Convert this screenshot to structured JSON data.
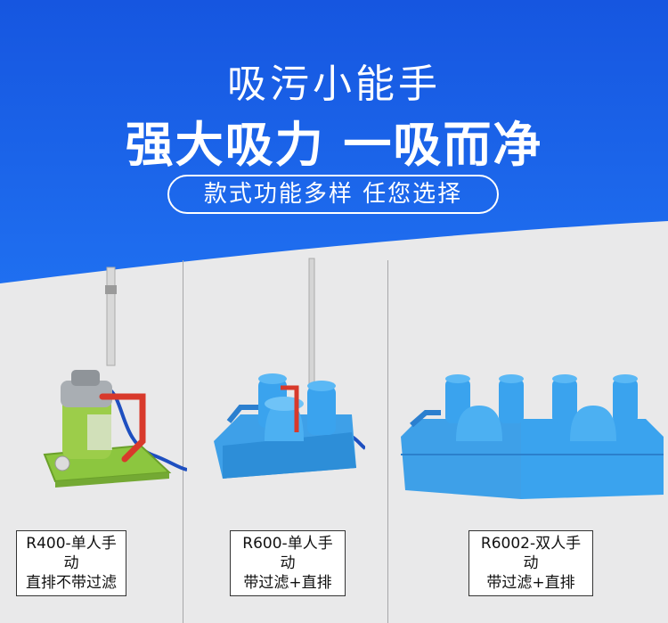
{
  "header": {
    "subtitle": "吸污小能手",
    "title": "强大吸力  一吸而净",
    "tagline": "款式功能多样  任您选择"
  },
  "colors": {
    "brand_blue": "#1a5fe6",
    "product_blue": "#3ea0e8",
    "product_green": "#8cc63f",
    "handle_red": "#d8392b"
  },
  "products": [
    {
      "line1": "R400-单人手动",
      "line2": "直排不带过滤",
      "icon": "single-pump-green-icon"
    },
    {
      "line1": "R600-单人手动",
      "line2": "带过滤+直排",
      "icon": "single-pump-blue-icon"
    },
    {
      "line1": "R6002-双人手动",
      "line2": "带过滤+直排",
      "icon": "double-pump-blue-icon"
    }
  ]
}
